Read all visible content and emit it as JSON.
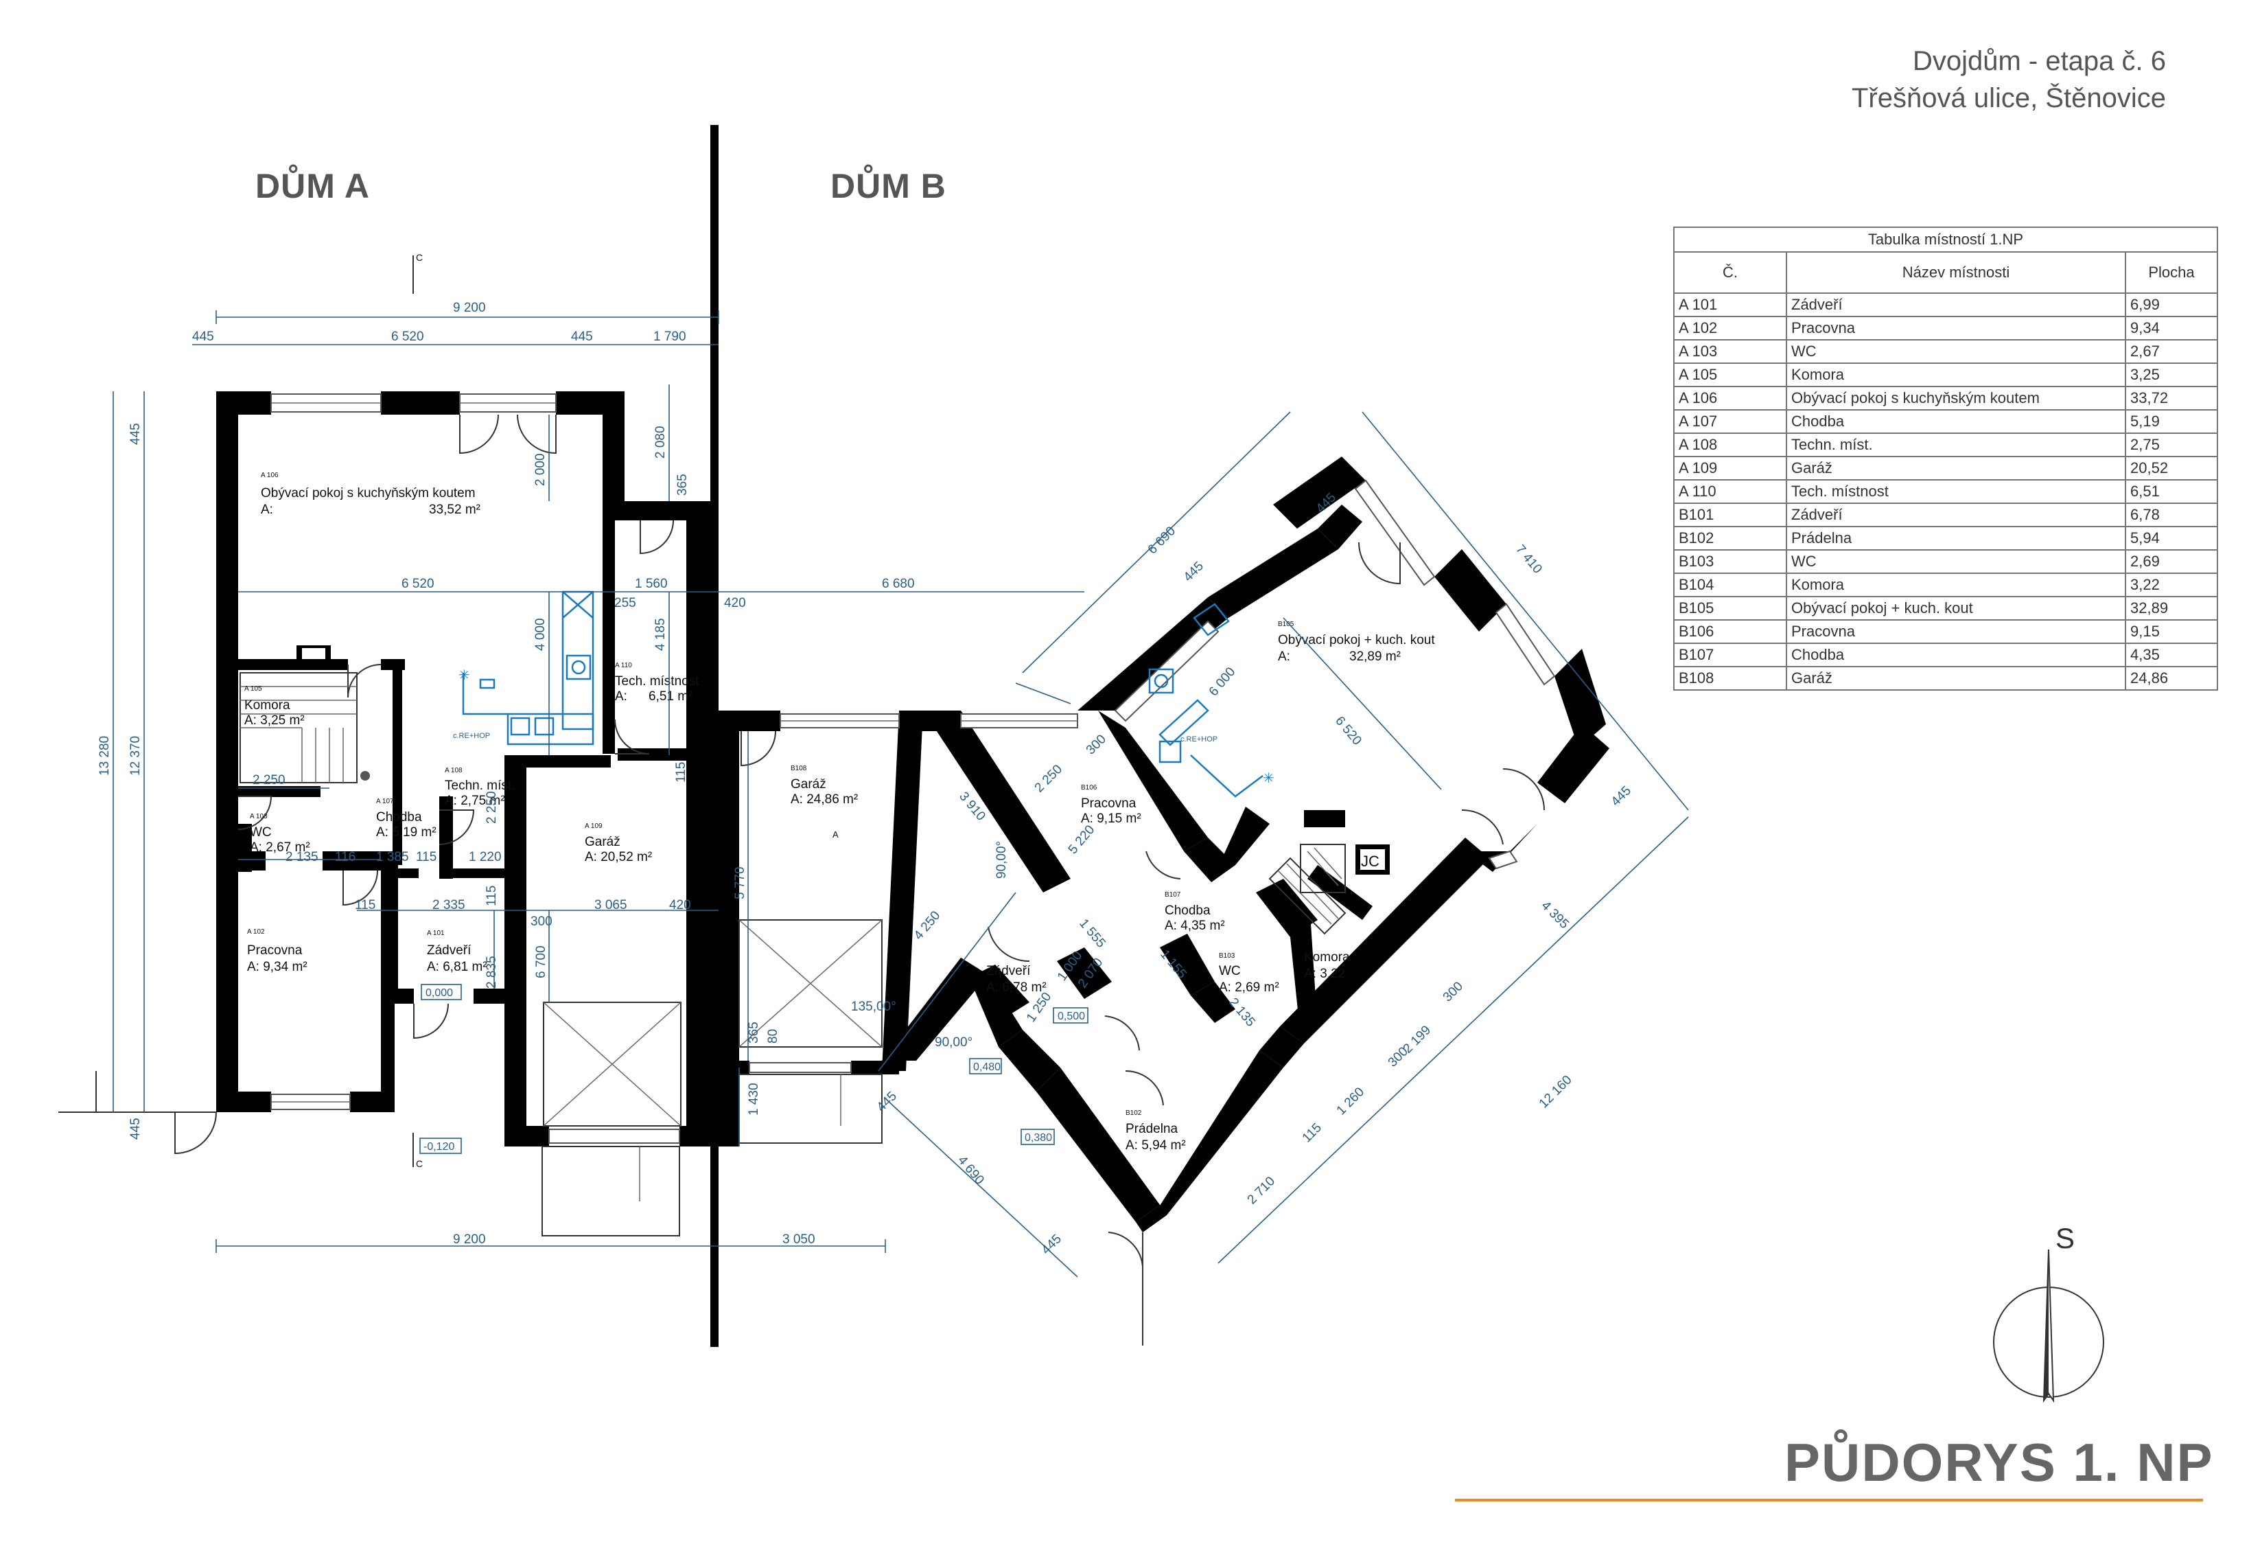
{
  "header": {
    "line1": "Dvojdům - etapa č. 6",
    "line2": "Třešňová ulice, Štěnovice"
  },
  "houses": {
    "a": "DŮM A",
    "b": "DŮM B"
  },
  "drawing_title": "PŮDORYS 1. NP",
  "north_label": "S",
  "table": {
    "caption": "Tabulka místností 1.NP",
    "headers": [
      "Č.",
      "Název místnosti",
      "Plocha"
    ],
    "rows": [
      [
        "A 101",
        "Zádveří",
        "6,99"
      ],
      [
        "A 102",
        "Pracovna",
        "9,34"
      ],
      [
        "A 103",
        "WC",
        "2,67"
      ],
      [
        "A 105",
        "Komora",
        "3,25"
      ],
      [
        "A 106",
        "Obývací pokoj s kuchyňským koutem",
        "33,72"
      ],
      [
        "A 107",
        "Chodba",
        "5,19"
      ],
      [
        "A 108",
        "Techn. míst.",
        "2,75"
      ],
      [
        "A 109",
        "Garáž",
        "20,52"
      ],
      [
        "A 110",
        "Tech. místnost",
        "6,51"
      ],
      [
        "B101",
        "Zádveří",
        "6,78"
      ],
      [
        "B102",
        "Prádelna",
        "5,94"
      ],
      [
        "B103",
        "WC",
        "2,69"
      ],
      [
        "B104",
        "Komora",
        "3,22"
      ],
      [
        "B105",
        "Obývací pokoj + kuch. kout",
        "32,89"
      ],
      [
        "B106",
        "Pracovna",
        "9,15"
      ],
      [
        "B107",
        "Chodba",
        "4,35"
      ],
      [
        "B108",
        "Garáž",
        "24,86"
      ]
    ]
  },
  "rooms_a": {
    "a106": {
      "code": "A 106",
      "name": "Obývací pokoj s kuchyňským koutem",
      "area_label": "A:",
      "area": "33,52 m²"
    },
    "a110": {
      "code": "A 110",
      "name": "Tech. místnost",
      "area_label": "A:",
      "area": "6,51 m²"
    },
    "a105": {
      "code": "A 105",
      "name": "Komora",
      "area": "A: 3,25 m²"
    },
    "a107": {
      "code": "A 107",
      "name": "Chodba",
      "area": "A: 5,19 m²"
    },
    "a108": {
      "code": "A 108",
      "name": "Techn. míst.",
      "area": "A: 2,75 m²"
    },
    "a103": {
      "code": "A 103",
      "name": "WC",
      "area": "A: 2,67 m²"
    },
    "a109": {
      "code": "A 109",
      "name": "Garáž",
      "area": "A: 20,52 m²"
    },
    "a102": {
      "code": "A 102",
      "name": "Pracovna",
      "area": "A: 9,34 m²"
    },
    "a101": {
      "code": "A 101",
      "name": "Zádveří",
      "area": "A: 6,81 m²"
    }
  },
  "rooms_b": {
    "b108": {
      "code": "B108",
      "name": "Garáž",
      "area": "A: 24,86 m²"
    },
    "b106": {
      "code": "B106",
      "name": "Pracovna",
      "area": "A: 9,15 m²"
    },
    "b105": {
      "code": "B105",
      "name": "Obývací pokoj + kuch. kout",
      "area_label": "A:",
      "area": "32,89 m²"
    },
    "b107": {
      "code": "B107",
      "name": "Chodba",
      "area": "A: 4,35 m²"
    },
    "b104": {
      "name": "Komora",
      "area": "A: 3,22"
    },
    "b103": {
      "code": "B103",
      "name": "WC",
      "area": "A: 2,69 m²"
    },
    "b101": {
      "name": "Zádveří",
      "area": "A: 6,78 m²"
    },
    "b102": {
      "code": "B102",
      "name": "Prádelna",
      "area": "A: 5,94 m²"
    }
  },
  "levels": {
    "a101": "0,000",
    "entrance_a": "-0,120",
    "b101": "0,500",
    "b_step": "0,480",
    "b_entry": "0,380"
  },
  "dims_a": {
    "top_total": "9 200",
    "t445a": "445",
    "t6520": "6 520",
    "t445b": "445",
    "t1790": "1 790",
    "left_13280": "13 280",
    "left_12370": "12 370",
    "left_445a": "445",
    "left_445b": "445",
    "mid_6520": "6 520",
    "mid_1560": "1 560",
    "mid_420": "420",
    "mid_255": "255",
    "v2000": "2 000",
    "v2080": "2 080",
    "v365": "365",
    "v4000": "4 000",
    "v4185": "4 185",
    "v115": "115",
    "r2250": "2 250",
    "r2135": "2 135",
    "r116": "116",
    "r1385": "1 385",
    "r115": "115",
    "r1220": "1 220",
    "r2250b": "2 250",
    "r115b": "115",
    "r2335": "2 335",
    "r115c": "115",
    "r300": "300",
    "r3065": "3 065",
    "r420": "420",
    "r2835": "2 835",
    "r6700": "6 700",
    "bot_9200": "9 200",
    "bot_3050": "3 050"
  },
  "dims_b": {
    "d6680": "6 680",
    "d5770": "5 770",
    "d365": "365",
    "d80": "80",
    "d1430": "1 430",
    "d6690": "6 690",
    "d7410": "7 410",
    "d445a": "445",
    "d445b": "445",
    "d445c": "445",
    "d445d": "445",
    "d445e": "445",
    "d6000": "6 000",
    "d6520": "6 520",
    "d300a": "300",
    "d2250": "2 250",
    "d3910": "3 910",
    "d5220": "5 220",
    "d90a": "90,00°",
    "d90b": "90,00°",
    "d135": "135,00°",
    "d4250": "4 250",
    "d4690": "4 690",
    "d1555": "1 555",
    "d1000": "1 000",
    "d2070": "2 070",
    "d1250": "1 250",
    "d1155": "1 155",
    "d2135": "2 135",
    "d300b": "300",
    "d2199": "2 199",
    "d300c": "300",
    "d4395": "4 395",
    "d12160": "12 160",
    "d1260": "1 260",
    "d115": "115",
    "d2710": "2 710"
  },
  "annotations": {
    "gas_a": "c.RE+HOP",
    "gas_b": "c.RE+HOP",
    "section_a": "C",
    "section_b": "C",
    "garage_label": "A"
  }
}
